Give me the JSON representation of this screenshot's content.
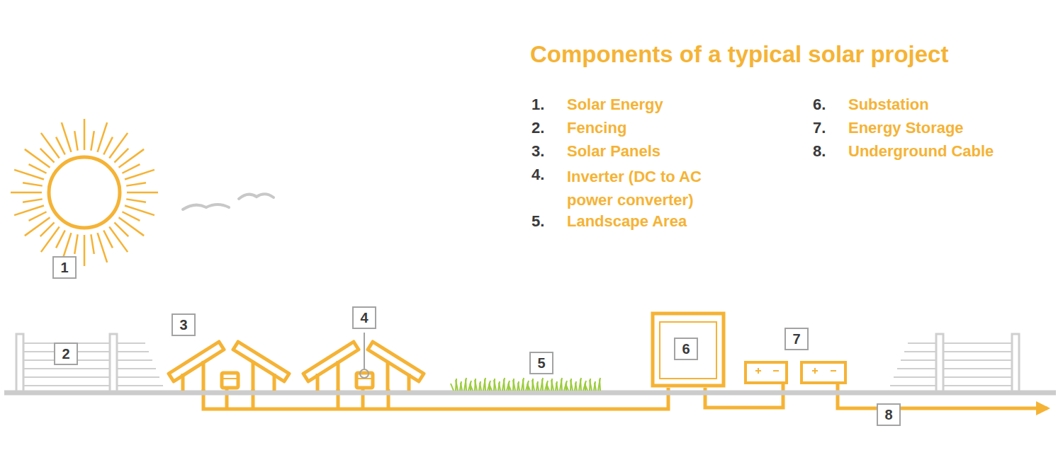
{
  "diagram": {
    "title": "Components of a typical solar project",
    "nodes": [
      {
        "text": [
          "1"
        ]
      },
      {
        "text": [
          "2"
        ]
      },
      {
        "text": [
          "3"
        ]
      },
      {
        "text": [
          "4"
        ]
      },
      {
        "text": [
          "5"
        ]
      },
      {
        "text": [
          "6"
        ]
      },
      {
        "text": [
          "7"
        ]
      },
      {
        "text": [
          "8"
        ]
      }
    ],
    "labels": [
      "1.",
      "Solar Energy",
      "2.",
      "Fencing",
      "3.",
      "Solar Panels",
      "4.",
      "Inverter (DC to AC power converter)",
      "5.",
      "Landscape Area",
      "6.",
      "Substation",
      "7.",
      "Energy Storage",
      "8.",
      "Underground Cable"
    ]
  }
}
